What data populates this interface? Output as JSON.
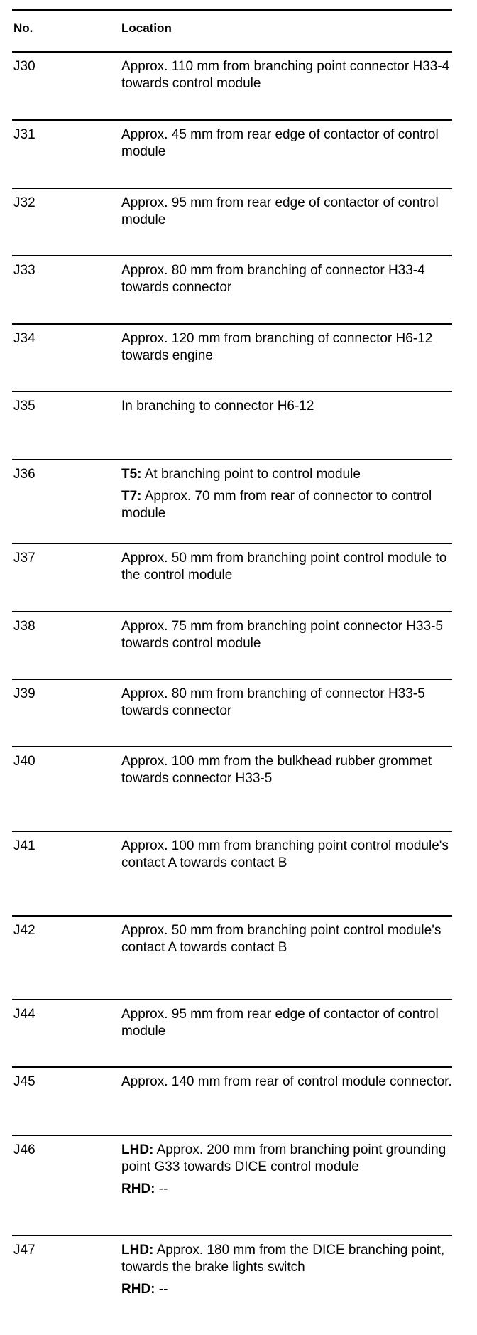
{
  "table": {
    "headers": {
      "no": "No.",
      "location": "Location"
    },
    "rows": [
      {
        "no": "J30",
        "paras": [
          {
            "label": "",
            "text": "Approx. 110 mm from branching point connector H33-4 towards control module"
          }
        ]
      },
      {
        "no": "J31",
        "paras": [
          {
            "label": "",
            "text": "Approx. 45 mm from rear edge of contactor of control module"
          }
        ]
      },
      {
        "no": "J32",
        "paras": [
          {
            "label": "",
            "text": "Approx. 95 mm from rear edge of contactor of control module"
          }
        ]
      },
      {
        "no": "J33",
        "paras": [
          {
            "label": "",
            "text": "Approx. 80 mm from branching of connector H33-4 towards connector"
          }
        ]
      },
      {
        "no": "J34",
        "paras": [
          {
            "label": "",
            "text": "Approx. 120 mm from branching of connector H6-12 towards engine"
          }
        ]
      },
      {
        "no": "J35",
        "paras": [
          {
            "label": "",
            "text": "In branching to connector H6-12"
          }
        ]
      },
      {
        "no": "J36",
        "paras": [
          {
            "label": "T5:",
            "text": " At branching point to control module"
          },
          {
            "label": "T7:",
            "text": " Approx. 70 mm from rear of connector to control module"
          }
        ]
      },
      {
        "no": "J37",
        "paras": [
          {
            "label": "",
            "text": "Approx. 50 mm from branching point control module to the control module"
          }
        ]
      },
      {
        "no": "J38",
        "paras": [
          {
            "label": "",
            "text": "Approx. 75 mm from branching point connector H33-5 towards control module"
          }
        ]
      },
      {
        "no": "J39",
        "paras": [
          {
            "label": "",
            "text": "Approx. 80 mm from branching of connector H33-5 towards connector"
          }
        ]
      },
      {
        "no": "J40",
        "paras": [
          {
            "label": "",
            "text": "Approx. 100 mm from the bulkhead rubber grommet towards connector H33-5"
          }
        ]
      },
      {
        "no": "J41",
        "paras": [
          {
            "label": "",
            "text": "Approx. 100 mm from branching point control module's contact A towards contact B"
          }
        ]
      },
      {
        "no": "J42",
        "paras": [
          {
            "label": "",
            "text": "Approx. 50 mm from branching point control module's contact A towards contact B"
          }
        ]
      },
      {
        "no": "J44",
        "paras": [
          {
            "label": "",
            "text": "Approx. 95 mm from rear edge of contactor of control module"
          }
        ]
      },
      {
        "no": "J45",
        "paras": [
          {
            "label": "",
            "text": "Approx. 140 mm from rear of control module connector."
          }
        ]
      },
      {
        "no": "J46",
        "paras": [
          {
            "label": "LHD:",
            "text": " Approx. 200 mm from branching point grounding point G33 towards DICE control module"
          },
          {
            "label": "RHD:",
            "text": " --"
          }
        ]
      },
      {
        "no": "J47",
        "paras": [
          {
            "label": "LHD:",
            "text": " Approx. 180 mm from the DICE branching point, towards the brake lights switch"
          },
          {
            "label": "RHD:",
            "text": " --"
          }
        ]
      }
    ]
  }
}
